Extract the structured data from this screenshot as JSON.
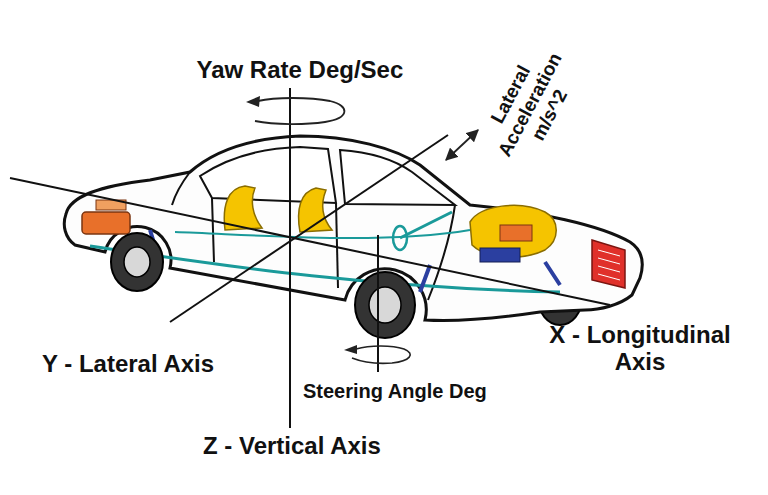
{
  "diagram": {
    "labels": [
      "Yaw Rate Deg/Sec",
      "Lateral Acceleration m/s^2",
      "X - Longitudinal Axis",
      "Y - Lateral Axis",
      "Steering Angle Deg",
      "Z - Vertical Axis"
    ]
  }
}
